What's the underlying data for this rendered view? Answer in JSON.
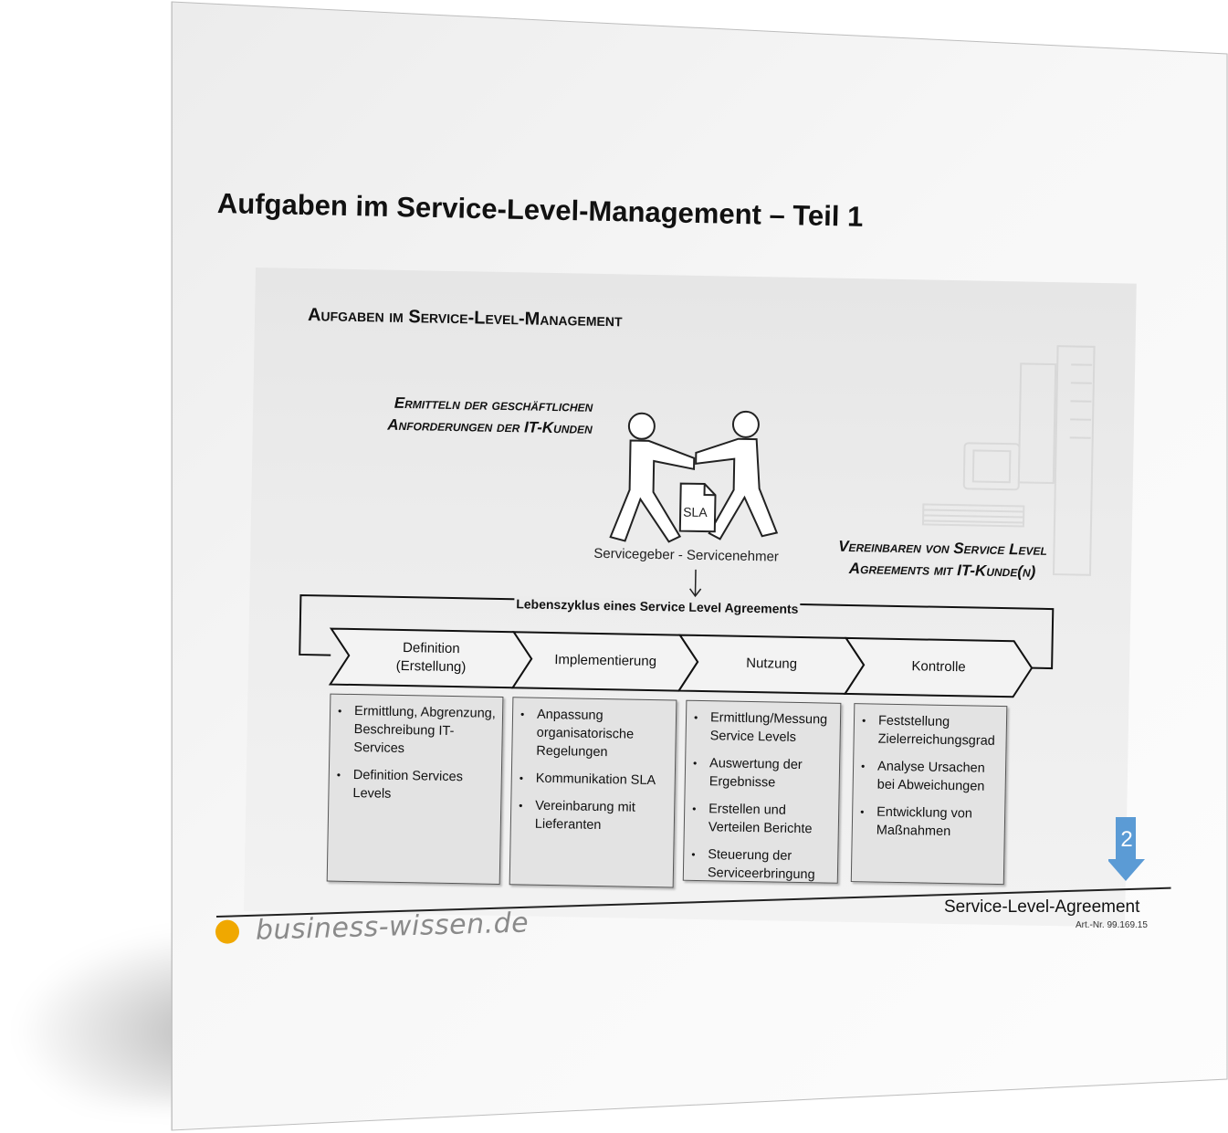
{
  "page": {
    "title": "Aufgaben im Service-Level-Management – Teil 1",
    "page_number": "2",
    "accent_color": "#5b9bd5"
  },
  "figure": {
    "title": "Aufgaben im Service-Level-Management",
    "left_heading": "Ermitteln der geschäftlichen\nAnforderungen der IT-Kunden",
    "right_heading": "Vereinbaren von Service Level\nAgreements mit IT-Kunde(n)",
    "document_label": "SLA",
    "roles_label": "Servicegeber - Servicenehmer",
    "lifecycle_label": "Lebenszyklus eines Service Level Agreements",
    "phases": [
      {
        "label": "Definition\n(Erstellung)",
        "items": [
          "Ermittlung, Abgrenzung, Beschreibung IT-Services",
          "Definition Services Levels"
        ]
      },
      {
        "label": "Implementierung",
        "items": [
          "Anpassung organisatorische Regelungen",
          "Kommunikation SLA",
          "Vereinbarung mit Lieferanten"
        ]
      },
      {
        "label": "Nutzung",
        "items": [
          "Ermittlung/Messung Service Levels",
          "Auswertung der Ergebnisse",
          "Erstellen und Verteilen Berichte",
          "Steuerung der Serviceerbringung"
        ]
      },
      {
        "label": "Kontrolle",
        "items": [
          "Feststellung Zielerreichungsgrad",
          "Analyse Ursachen bei Abweichungen",
          "Entwicklung von Maßnahmen"
        ]
      }
    ]
  },
  "footer": {
    "logo_text": "business-wissen.de",
    "logo_color": "#f0a800",
    "document_title": "Service-Level-Agreement",
    "article_number": "Art.-Nr. 99.169.15"
  }
}
